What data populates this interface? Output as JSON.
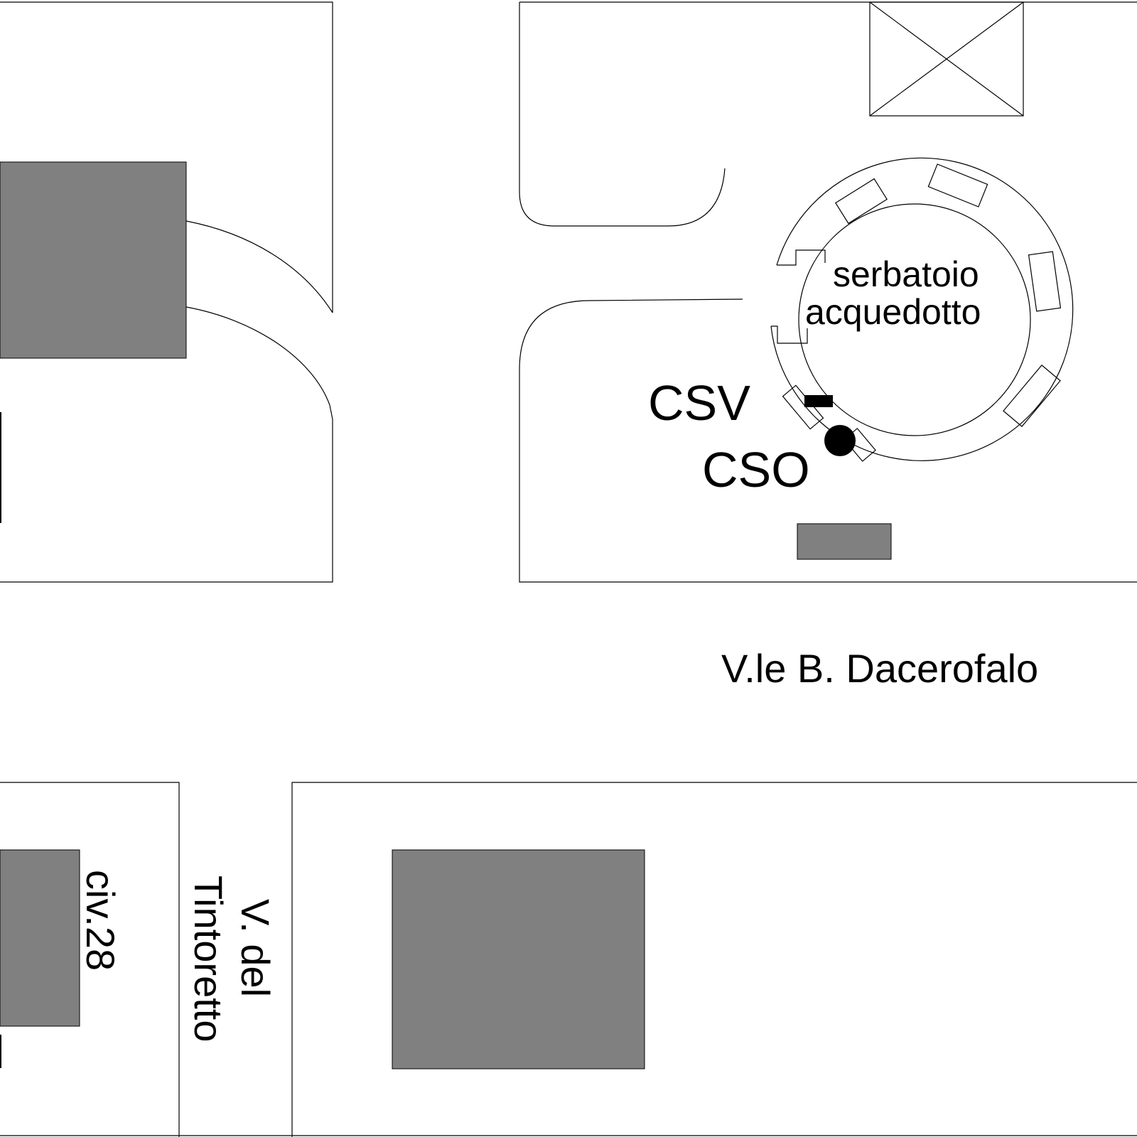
{
  "map": {
    "labels": {
      "tank_line1": "serbatoio",
      "tank_line2": "acquedotto",
      "csv": "CSV",
      "cso": "CSO",
      "main_street": "V.le B. Dacerofalo",
      "side_street_line1": "V. del",
      "side_street_line2": "Tintoretto",
      "house_number": "civ.28"
    },
    "colors": {
      "building_fill": "#808080",
      "line": "#000000",
      "background": "#ffffff",
      "marker": "#000000"
    }
  }
}
